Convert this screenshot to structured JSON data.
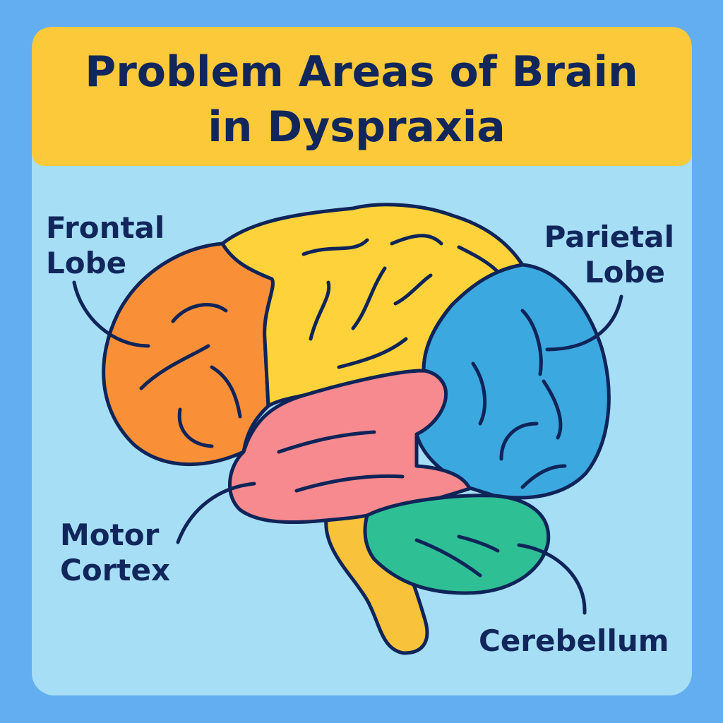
{
  "title": {
    "line1": "Problem Areas of Brain",
    "line2": "in Dyspraxia"
  },
  "labels": {
    "frontal": {
      "line1": "Frontal",
      "line2": "Lobe"
    },
    "parietal": {
      "line1": "Parietal",
      "line2": "Lobe"
    },
    "motor": {
      "line1": "Motor",
      "line2": "Cortex"
    },
    "cerebellum": "Cerebellum"
  },
  "colors": {
    "background": "#62aef0",
    "card": "#a6def5",
    "header": "#fcc93a",
    "text": "#11275c",
    "frontal": "#f99038",
    "top": "#fdd23a",
    "parietal": "#3ba9e0",
    "motor": "#f78a8e",
    "cerebellum": "#2fbf94",
    "stem": "#f8c23a"
  }
}
